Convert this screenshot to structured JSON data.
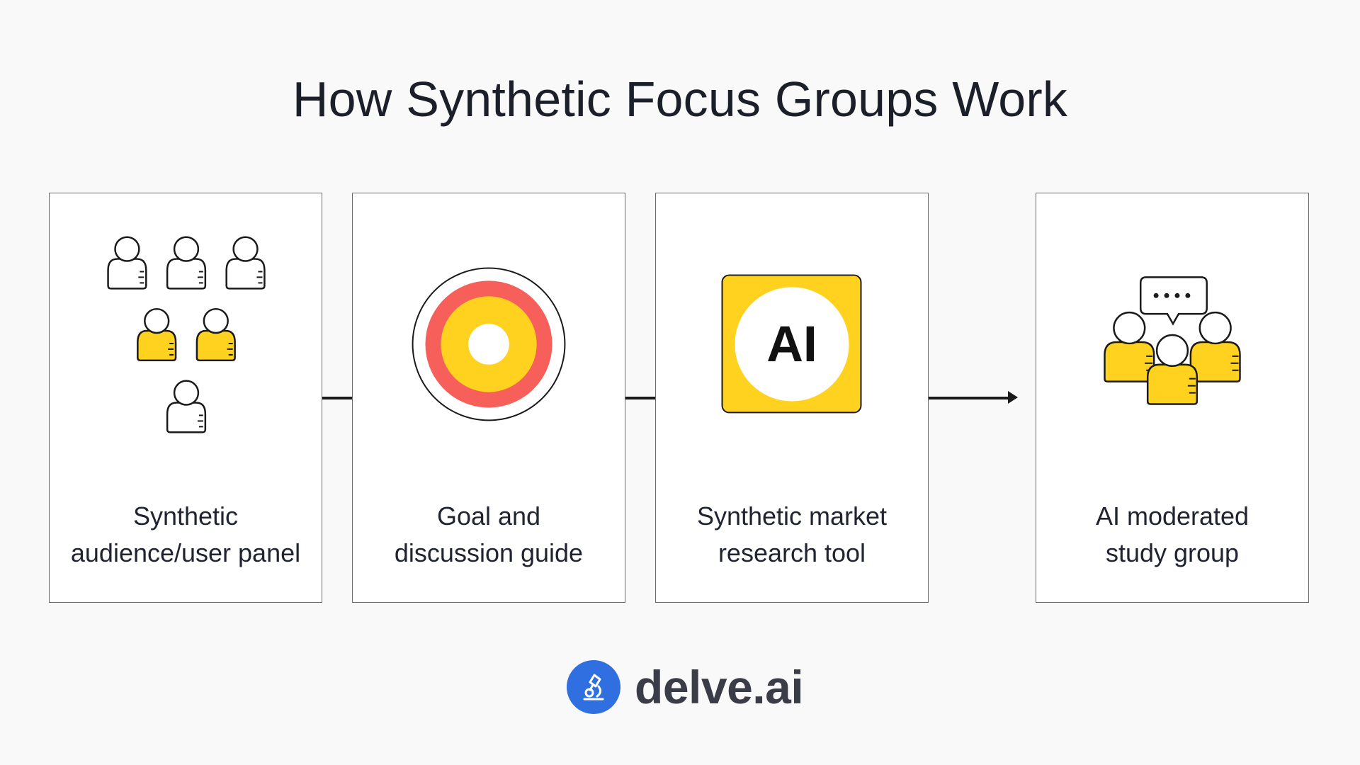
{
  "title": "How Synthetic Focus Groups Work",
  "colors": {
    "yellow": "#ffd21f",
    "coral": "#f7605a",
    "brand_blue": "#2f6fe0",
    "outline": "#1a1a1a"
  },
  "steps": [
    {
      "icon": "people-group-icon",
      "label_lines": [
        "Synthetic",
        "audience/user panel"
      ]
    },
    {
      "icon": "target-icon",
      "label_lines": [
        "Goal and",
        "discussion guide"
      ]
    },
    {
      "icon": "ai-icon",
      "icon_text": "AI",
      "label_lines": [
        "Synthetic market",
        "research tool"
      ]
    },
    {
      "icon": "discussion-group-icon",
      "label_lines": [
        "AI moderated",
        "study group"
      ]
    }
  ],
  "logo": {
    "icon": "microscope-icon",
    "text": "delve.ai"
  }
}
